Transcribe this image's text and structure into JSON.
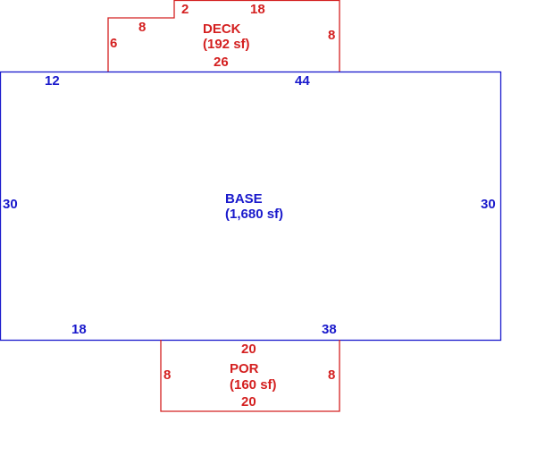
{
  "colors": {
    "base": "#1a1acc",
    "annex": "#d42020",
    "background": "#ffffff"
  },
  "base": {
    "name": "BASE",
    "area": "(1,680 sf)",
    "dims": {
      "top_left": "12",
      "top_right": "44",
      "left": "30",
      "right": "30",
      "bottom_left": "18",
      "bottom_right": "38"
    }
  },
  "deck": {
    "name": "DECK",
    "area": "(192 sf)",
    "dims": {
      "notch_width": "2",
      "top": "18",
      "upper_left": "8",
      "left": "6",
      "right": "8",
      "bottom": "26"
    }
  },
  "porch": {
    "name": "POR",
    "area": "(160 sf)",
    "dims": {
      "top": "20",
      "left": "8",
      "right": "8",
      "bottom": "20"
    }
  }
}
